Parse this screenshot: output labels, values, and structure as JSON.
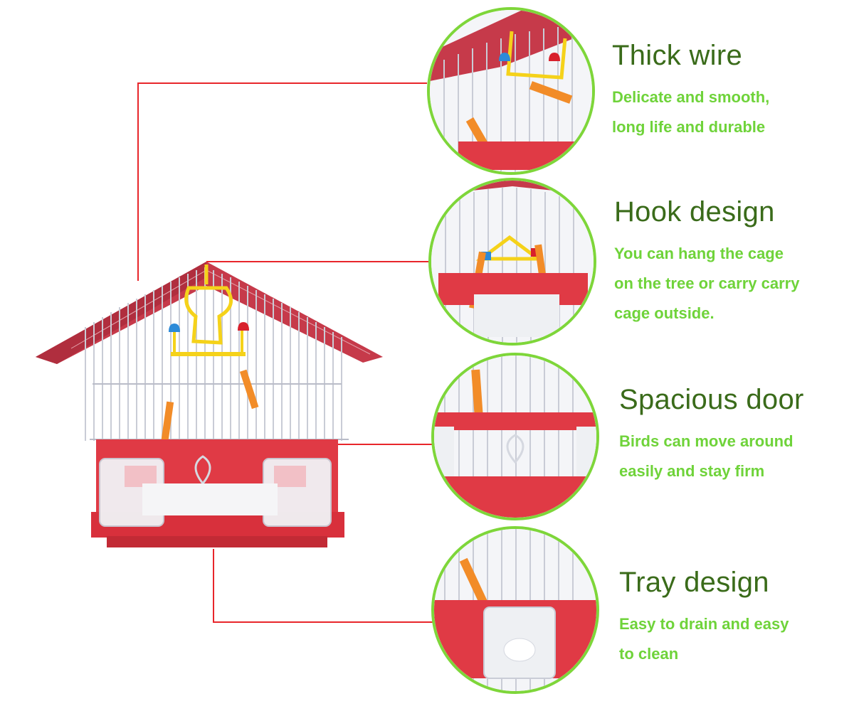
{
  "colors": {
    "connector": "#e8262b",
    "circle_border": "#7ed63a",
    "title": "#3a6b1a",
    "text": "#6fd33a",
    "cage_red": "#e03a45",
    "wire": "#c9ccd6",
    "perch": "#f28c28",
    "swing": "#f5d21a"
  },
  "features": [
    {
      "title": "Thick wire",
      "lines": "Delicate and smooth,\nlong life and durable"
    },
    {
      "title": "Hook design",
      "lines": "You can hang the cage\n on the tree or carry carry\n cage outside."
    },
    {
      "title": "Spacious door",
      "lines": "Birds can move around\neasily and stay firm"
    },
    {
      "title": "Tray design",
      "lines": "Easy to drain and easy\nto clean"
    }
  ]
}
